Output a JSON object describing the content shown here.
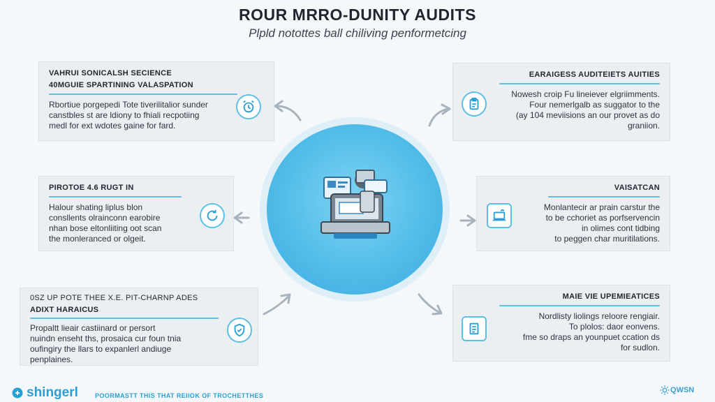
{
  "header": {
    "title": "ROUR MRRO-DUNITY AUDITS",
    "subtitle": "Plpld notottes ball chiliving penformetcing"
  },
  "cards": {
    "top_left": {
      "heading": [
        "VAHRUI SONICALSH SECIENCE",
        "40MGUIE SPARTINING VALASPATION"
      ],
      "body": [
        "Rbortiue porgepedi Tote tiverilitalior sunder",
        "canstbles st are ldiony to fhiali recpotiing",
        "medl for ext wdotes gaine for fard."
      ],
      "icon": "alarm-clock-icon"
    },
    "mid_left": {
      "heading": [
        "PIROTOE 4.6 RUGT IN"
      ],
      "body": [
        "Halour shating liplus blon",
        "consllents olrainconn earobire",
        "nhan bose eltonliiting oot scan",
        "the monleranced or olgeit."
      ],
      "icon": "refresh-icon"
    },
    "bottom_left": {
      "heading": [
        "0SZ UP POTE THEE X.E. PIT-CHARNP ADES",
        "ADIXT HARAICUS"
      ],
      "body": [
        "Propaltt lieair castiinard or persort",
        "nuindn enseht ths, prosaica cur foun tnia",
        "oufingiry the llars to expanlerl andiuge",
        "penplaines."
      ],
      "icon": "shield-check-icon"
    },
    "top_right": {
      "heading": [
        "EARAIGESS AUDITEIETS AUITIES"
      ],
      "body": [
        "Nowesh croip Fu lineiever elgriimments.",
        "Four nemerlgalb as suggator to the",
        "(ay 104 meviisions an our provet as do",
        "graniion."
      ],
      "icon": "clipboard-icon"
    },
    "mid_right": {
      "heading": [
        "VAISATCAN"
      ],
      "body": [
        "Monlantecir ar prain carstur the",
        "to be cchoriet as porfservencin",
        "in olimes cont tidbing",
        "to peggen char muritilations."
      ],
      "icon": "laptop-cloud-icon"
    },
    "bottom_right": {
      "heading": [
        "MAIE VIE UPEMIEATICES"
      ],
      "body": [
        "Nordlisty liolings reloore rengiair.",
        "To plolos: daor eonvens.",
        "fme so draps an younpuet ccation ds",
        "for sudlon."
      ],
      "icon": "document-icon"
    }
  },
  "center": {
    "illustration": "devices-illustration"
  },
  "footer": {
    "brand": "shingerl",
    "tagline": "POORMASTT THIS THAT REIIOK OF TROCHETTHES",
    "right_mark": "QWSN"
  },
  "colors": {
    "accent": "#5bbfe6",
    "circle": "#52bde9",
    "card_bg": "#eceff2",
    "brand": "#2a9fd6"
  }
}
